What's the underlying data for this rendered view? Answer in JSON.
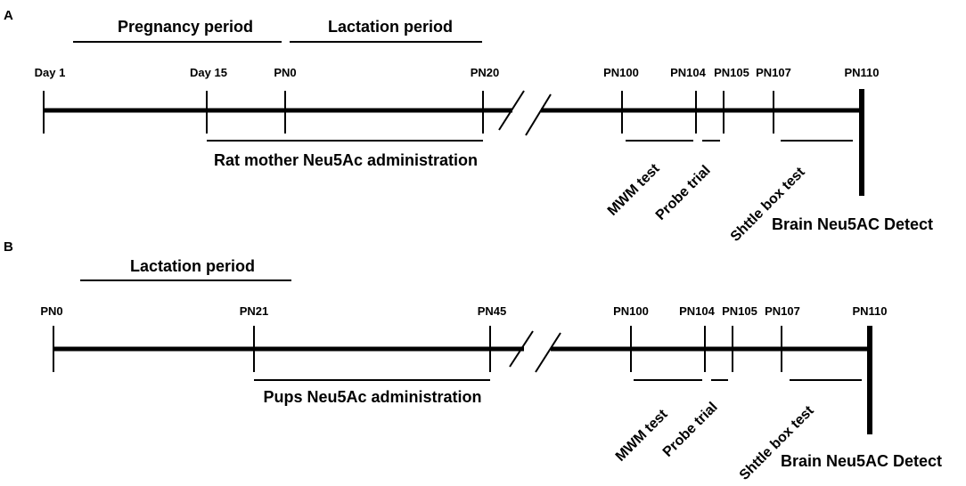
{
  "panel_a": {
    "label": "A",
    "pregnancy_period": "Pregnancy period",
    "lactation_period": "Lactation period",
    "ticks": [
      "Day 1",
      "Day 15",
      "PN0",
      "PN20",
      "PN100",
      "PN104",
      "PN105",
      "PN107",
      "PN110"
    ],
    "administration": "Rat mother Neu5Ac administration",
    "mwm_test": "MWM test",
    "probe_trial": "Probe trial",
    "shuttle_box_test": "Shttle box test",
    "brain_detect": "Brain Neu5AC Detect"
  },
  "panel_b": {
    "label": "B",
    "lactation_period": "Lactation period",
    "ticks": [
      "PN0",
      "PN21",
      "PN45",
      "PN100",
      "PN104",
      "PN105",
      "PN107",
      "PN110"
    ],
    "administration": "Pups Neu5Ac administration",
    "mwm_test": "MWM test",
    "probe_trial": "Probe trial",
    "shuttle_box_test": "Shttle box test",
    "brain_detect": "Brain Neu5AC Detect"
  }
}
